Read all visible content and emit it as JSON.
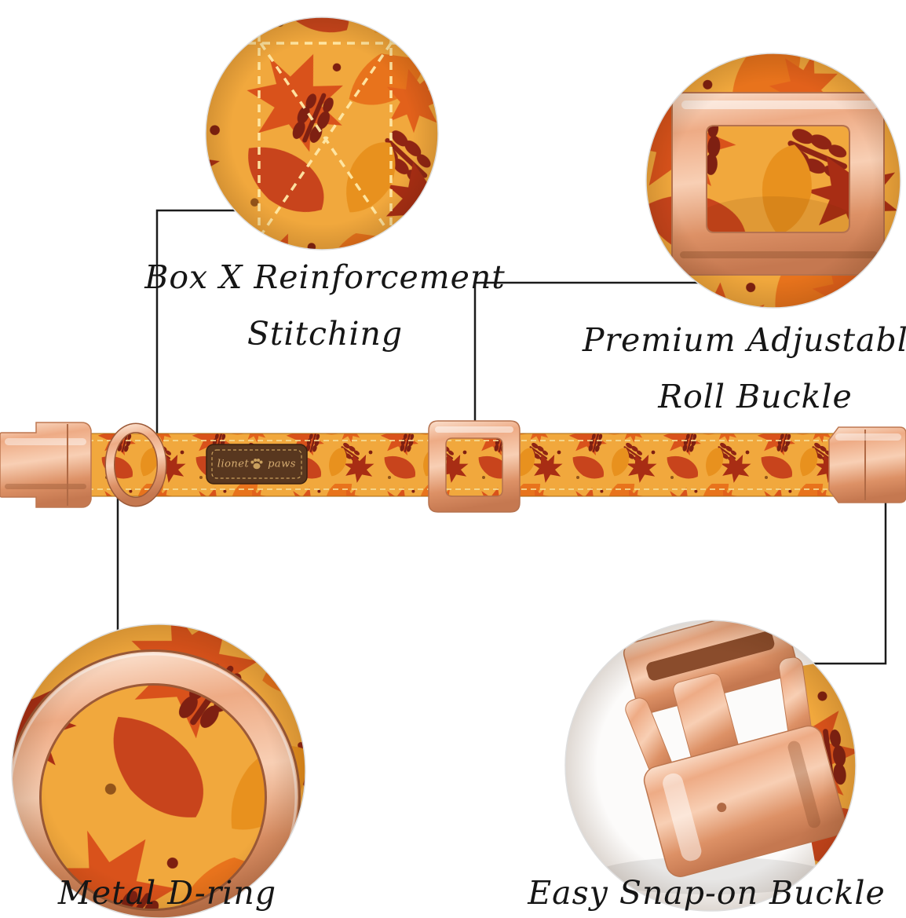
{
  "labels": {
    "stitching": {
      "line1": "Box X Reinforcement",
      "line2": "Stitching"
    },
    "roll_buckle": {
      "line1": "Premium Adjustable",
      "line2": "Roll Buckle"
    },
    "d_ring": {
      "text": "Metal D-ring"
    },
    "snap_buckle": {
      "text": "Easy Snap-on Buckle"
    }
  },
  "brand_tag": {
    "left": "lionet",
    "right": "paws"
  },
  "colors": {
    "background": "#ffffff",
    "fabric_base": "#f1a83d",
    "leaf_orange": "#e2611b",
    "leaf_red": "#c8441c",
    "leaf_dark_red": "#8f2414",
    "metal_rose_gold": "#eeab85",
    "connector_line": "#1b1b1b",
    "tag_brown": "#58371f"
  }
}
